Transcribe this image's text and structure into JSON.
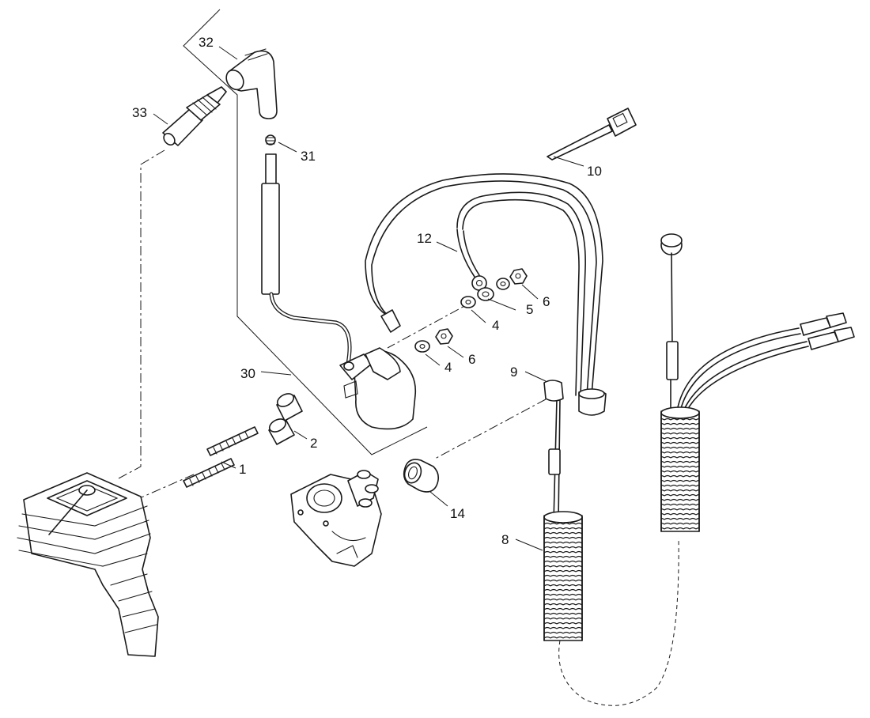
{
  "labels": {
    "p1": "1",
    "p2": "2",
    "p4a": "4",
    "p4b": "4",
    "p5": "5",
    "p6a": "6",
    "p6b": "6",
    "p8": "8",
    "p9": "9",
    "p10": "10",
    "p12": "12",
    "p14": "14",
    "p30": "30",
    "p31": "31",
    "p32": "32",
    "p33": "33"
  }
}
